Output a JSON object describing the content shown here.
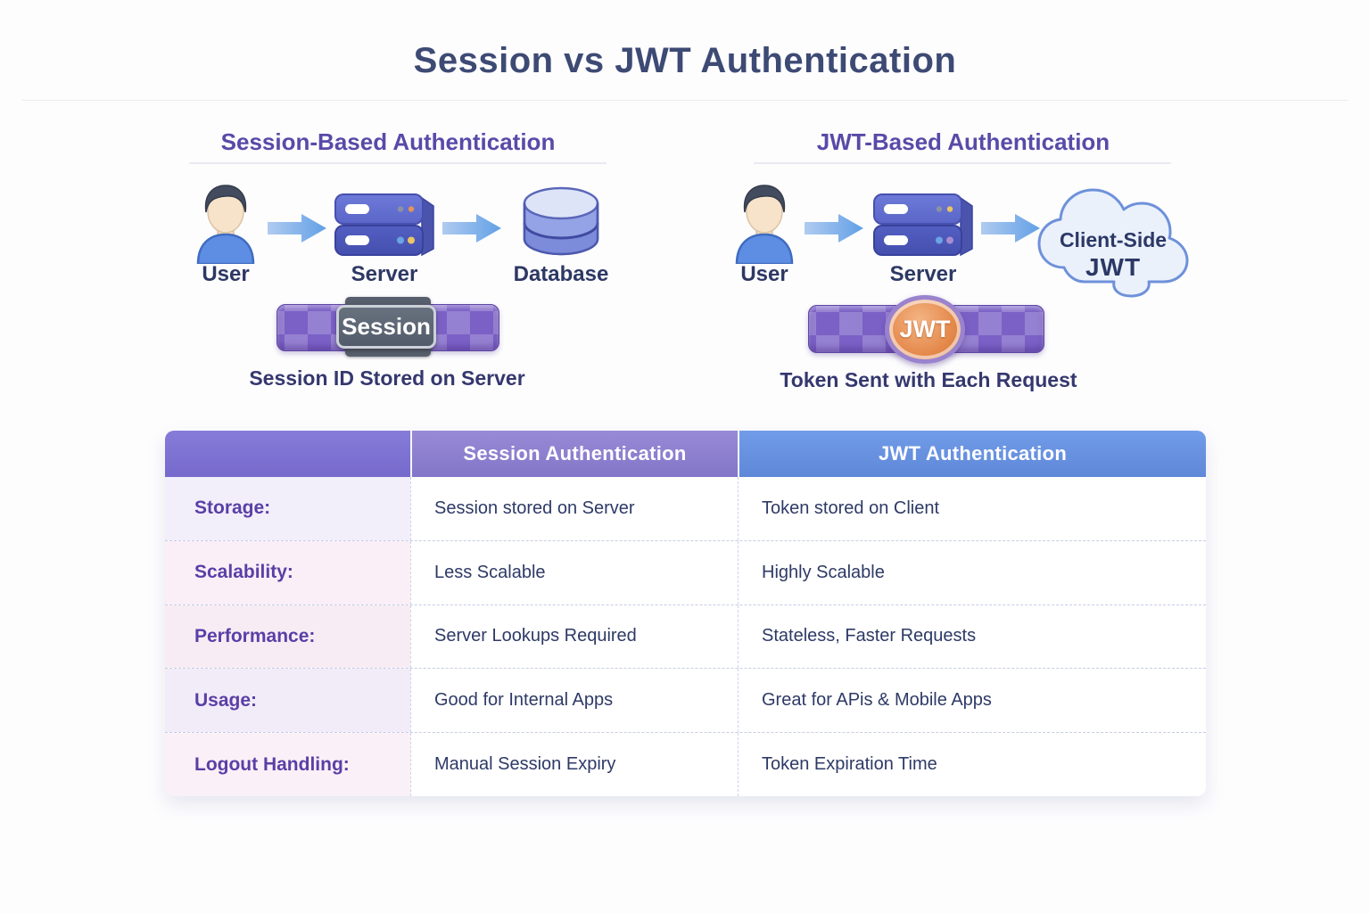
{
  "title": "Session vs JWT Authentication",
  "left_panel": {
    "heading": "Session-Based Authentication",
    "flow": {
      "user_label": "User",
      "server_label": "Server",
      "database_label": "Database"
    },
    "badge": "Session",
    "caption": "Session ID Stored on Server"
  },
  "right_panel": {
    "heading": "JWT-Based Authentication",
    "flow": {
      "user_label": "User",
      "server_label": "Server",
      "cloud_line1": "Client-Side",
      "cloud_line2": "JWT"
    },
    "badge": "JWT",
    "caption": "Token Sent with Each Request"
  },
  "table": {
    "headers": [
      "",
      "Session Authentication",
      "JWT Authentication"
    ],
    "rows": [
      {
        "label": "Storage:",
        "session": "Session stored on Server",
        "jwt": "Token stored on Client"
      },
      {
        "label": "Scalability:",
        "session": "Less Scalable",
        "jwt": "Highly Scalable"
      },
      {
        "label": "Performance:",
        "session": "Server Lookups Required",
        "jwt": "Stateless, Faster Requests"
      },
      {
        "label": "Usage:",
        "session": "Good for Internal Apps",
        "jwt": "Great for APis & Mobile Apps"
      },
      {
        "label": "Logout Handling:",
        "session": "Manual Session Expiry",
        "jwt": "Token Expiration Time"
      }
    ]
  },
  "icons": [
    "user-icon",
    "server-icon",
    "database-icon",
    "cloud-icon",
    "arrow-icon"
  ],
  "colors": {
    "title_text": "#3d4a74",
    "section_heading": "#584aa8",
    "header_blank_purple": "#7d73d2",
    "header_session_purple": "#8e80d0",
    "header_jwt_blue": "#6a96e2",
    "row_label_text": "#5a3fa6",
    "cell_text": "#2e3a66",
    "badge_purple": "#7b61c6",
    "jwt_orange": "#e4884a",
    "session_slate": "#5a6375",
    "arrow_blue": "#62a0e6"
  }
}
